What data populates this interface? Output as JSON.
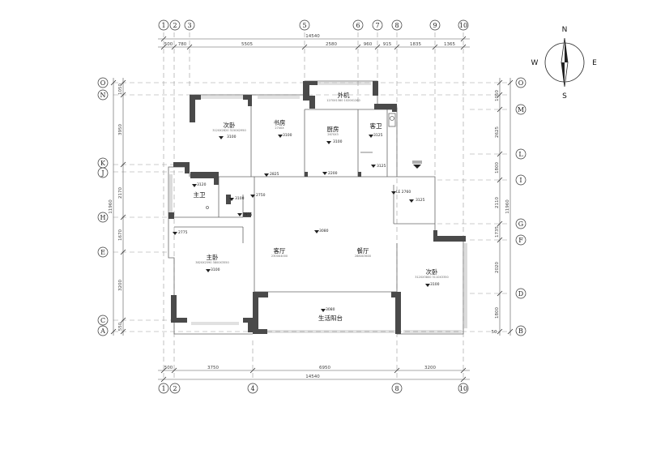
{
  "axes_top": [
    "1",
    "2",
    "3",
    "5",
    "6",
    "7",
    "8",
    "9",
    "10"
  ],
  "axes_bottom": [
    "1",
    "2",
    "4",
    "8",
    "10"
  ],
  "axes_left": [
    "O",
    "N",
    "K",
    "J",
    "H",
    "E",
    "C",
    "A"
  ],
  "axes_right": [
    "O",
    "M",
    "L",
    "I",
    "G",
    "F",
    "D",
    "B"
  ],
  "dims_top": {
    "total": "14540",
    "segments": [
      "500",
      "780",
      "5505",
      "2580",
      "960",
      "915",
      "1835",
      "1365"
    ]
  },
  "dims_bottom": {
    "total": "14540",
    "segments": [
      "500",
      "3750",
      "6950",
      "3200"
    ]
  },
  "dims_left": {
    "total": "11960",
    "segments": [
      "1050",
      "3950",
      "2170",
      "1670",
      "3200",
      "550"
    ]
  },
  "dims_right": {
    "total": "11960",
    "segments": [
      "1050",
      "2625",
      "1800",
      "2110",
      "1735",
      "2020",
      "1800",
      "50"
    ]
  },
  "rooms": [
    {
      "name": "次卧",
      "sub": "3120X2820 3150X2950",
      "level": "3100"
    },
    {
      "name": "书房",
      "sub": "2740X",
      "level": "3100"
    },
    {
      "name": "厨房",
      "sub": "2670X3",
      "level": "3100"
    },
    {
      "name": "客卫",
      "sub": "",
      "level": "3125"
    },
    {
      "name": "外机",
      "sub": "1270X1380 1020X1260",
      "level": ""
    },
    {
      "name": "主卫",
      "sub": "",
      "level": "3120"
    },
    {
      "name": "客厅",
      "sub": "2300X4000",
      "level": "3080"
    },
    {
      "name": "餐厅",
      "sub": "2880X3600",
      "level": ""
    },
    {
      "name": "主卧",
      "sub": "3820X2590 3800X3550",
      "level": "3100"
    },
    {
      "name": "次卧",
      "sub": "3120X3800 3110X3350",
      "level": "3100"
    },
    {
      "name": "生活阳台",
      "sub": "",
      "level": "3080"
    }
  ],
  "levels": {
    "l1": "2825",
    "l2": "2200",
    "l3": "3100",
    "l4": "2750",
    "l5": "2815",
    "l6": "2775",
    "l7": "3125",
    "l8": "LE 2760"
  },
  "compass": {
    "n": "N",
    "s": "S",
    "w": "W",
    "e": "E"
  }
}
